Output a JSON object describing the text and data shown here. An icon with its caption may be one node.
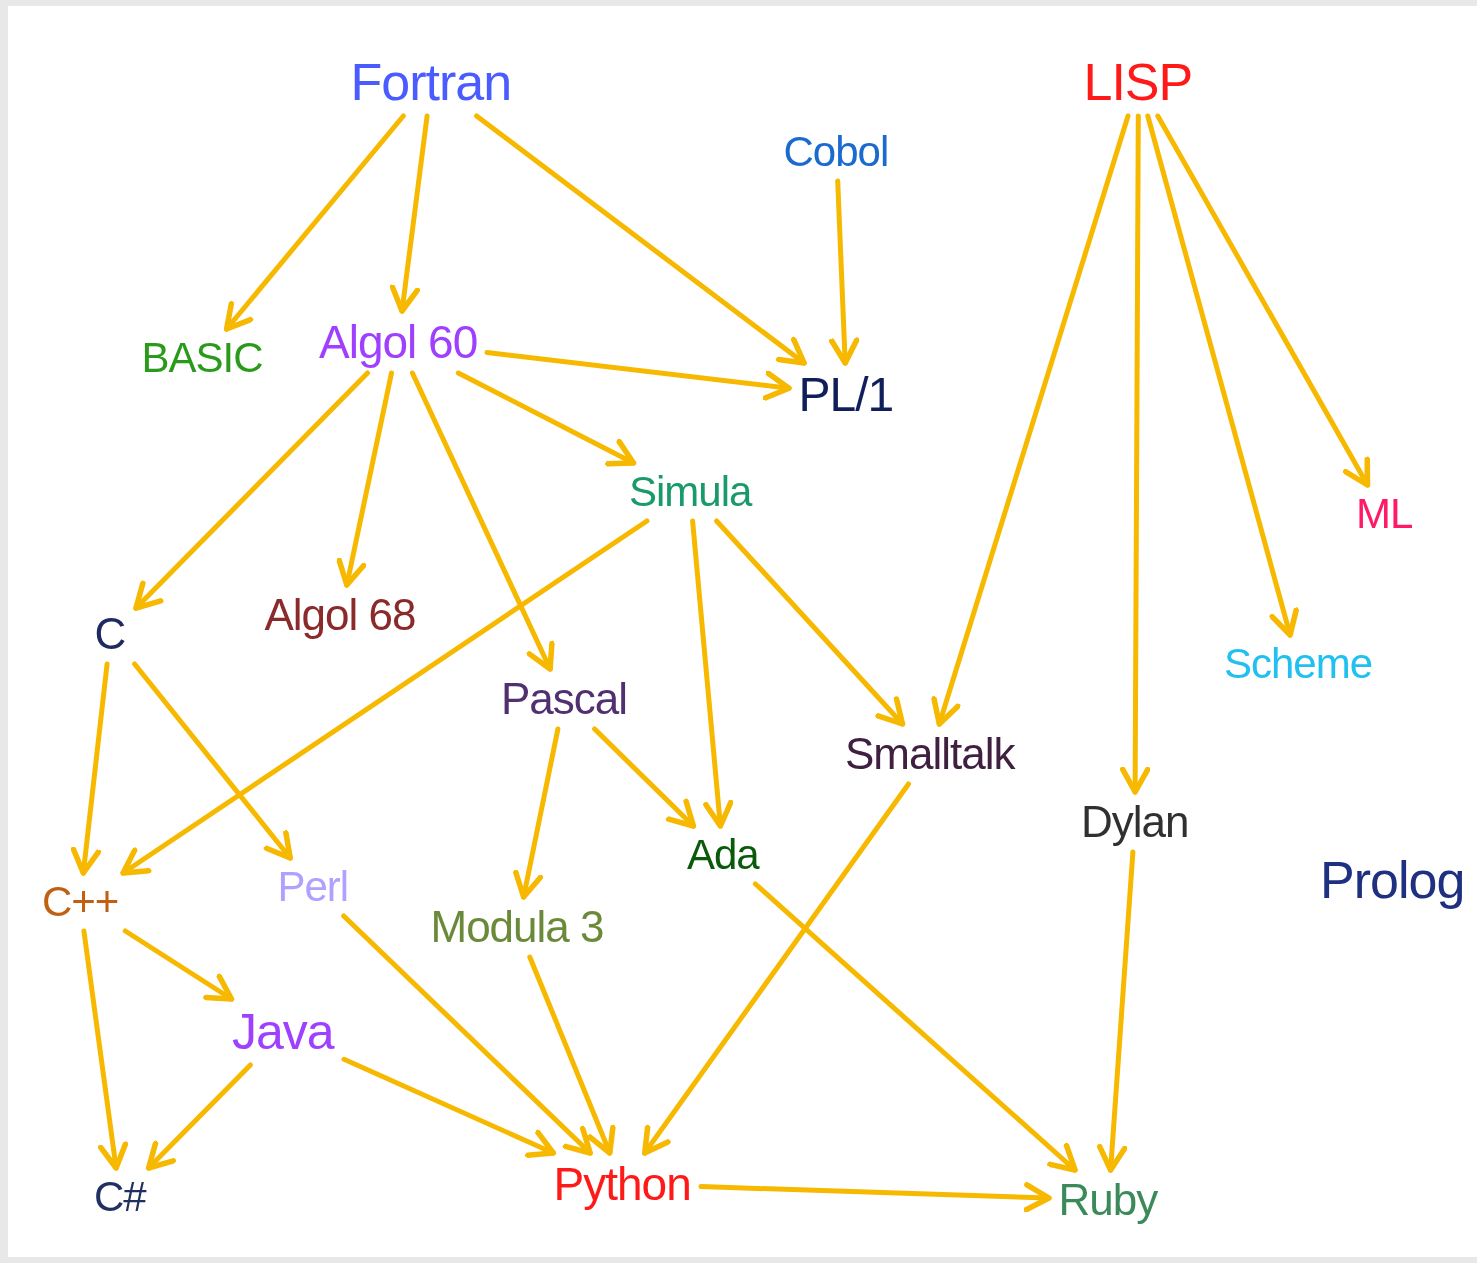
{
  "diagram": {
    "nodes": [
      {
        "text": [
          "Fortran"
        ]
      },
      {
        "text": [
          "LISP"
        ]
      },
      {
        "text": [
          "Cobol"
        ]
      },
      {
        "text": [
          "BASIC"
        ]
      },
      {
        "text": [
          "Algol 60"
        ]
      },
      {
        "text": [
          "PL/1"
        ]
      },
      {
        "text": [
          "Simula"
        ]
      },
      {
        "text": [
          "ML"
        ]
      },
      {
        "text": [
          "C"
        ]
      },
      {
        "text": [
          "Algol 68"
        ]
      },
      {
        "text": [
          "Scheme"
        ]
      },
      {
        "text": [
          "Pascal"
        ]
      },
      {
        "text": [
          "Smalltalk"
        ]
      },
      {
        "text": [
          "Dylan"
        ]
      },
      {
        "text": [
          "Prolog"
        ]
      },
      {
        "text": [
          "C++"
        ]
      },
      {
        "text": [
          "Perl"
        ]
      },
      {
        "text": [
          "Ada"
        ]
      },
      {
        "text": [
          "Modula 3"
        ]
      },
      {
        "text": [
          "Java"
        ]
      },
      {
        "text": [
          "C#"
        ]
      },
      {
        "text": [
          "Python"
        ]
      },
      {
        "text": [
          "Ruby"
        ]
      }
    ],
    "edges": [
      {
        "from": 0,
        "to": 3,
        "arrow": "to"
      },
      {
        "from": 0,
        "to": 4,
        "arrow": "to"
      },
      {
        "from": 0,
        "to": 5,
        "arrow": "to"
      },
      {
        "from": 2,
        "to": 5,
        "arrow": "to"
      },
      {
        "from": 4,
        "to": 5,
        "arrow": "to"
      },
      {
        "from": 4,
        "to": 8,
        "arrow": "to"
      },
      {
        "from": 4,
        "to": 9,
        "arrow": "to"
      },
      {
        "from": 4,
        "to": 11,
        "arrow": "to"
      },
      {
        "from": 4,
        "to": 6,
        "arrow": "to"
      },
      {
        "from": 6,
        "to": 15,
        "arrow": "to"
      },
      {
        "from": 6,
        "to": 17,
        "arrow": "to"
      },
      {
        "from": 6,
        "to": 12,
        "arrow": "to"
      },
      {
        "from": 1,
        "to": 12,
        "arrow": "to"
      },
      {
        "from": 1,
        "to": 13,
        "arrow": "to"
      },
      {
        "from": 1,
        "to": 10,
        "arrow": "to"
      },
      {
        "from": 1,
        "to": 7,
        "arrow": "to"
      },
      {
        "from": 8,
        "to": 15,
        "arrow": "to"
      },
      {
        "from": 8,
        "to": 16,
        "arrow": "to"
      },
      {
        "from": 11,
        "to": 18,
        "arrow": "to"
      },
      {
        "from": 11,
        "to": 17,
        "arrow": "to"
      },
      {
        "from": 15,
        "to": 19,
        "arrow": "to"
      },
      {
        "from": 15,
        "to": 20,
        "arrow": "to"
      },
      {
        "from": 19,
        "to": 20,
        "arrow": "to"
      },
      {
        "from": 19,
        "to": 21,
        "arrow": "to"
      },
      {
        "from": 16,
        "to": 21,
        "arrow": "to"
      },
      {
        "from": 18,
        "to": 21,
        "arrow": "to"
      },
      {
        "from": 12,
        "to": 21,
        "arrow": "to"
      },
      {
        "from": 17,
        "to": 22,
        "arrow": "to"
      },
      {
        "from": 13,
        "to": 22,
        "arrow": "to"
      },
      {
        "from": 21,
        "to": 22,
        "arrow": "to"
      }
    ]
  }
}
